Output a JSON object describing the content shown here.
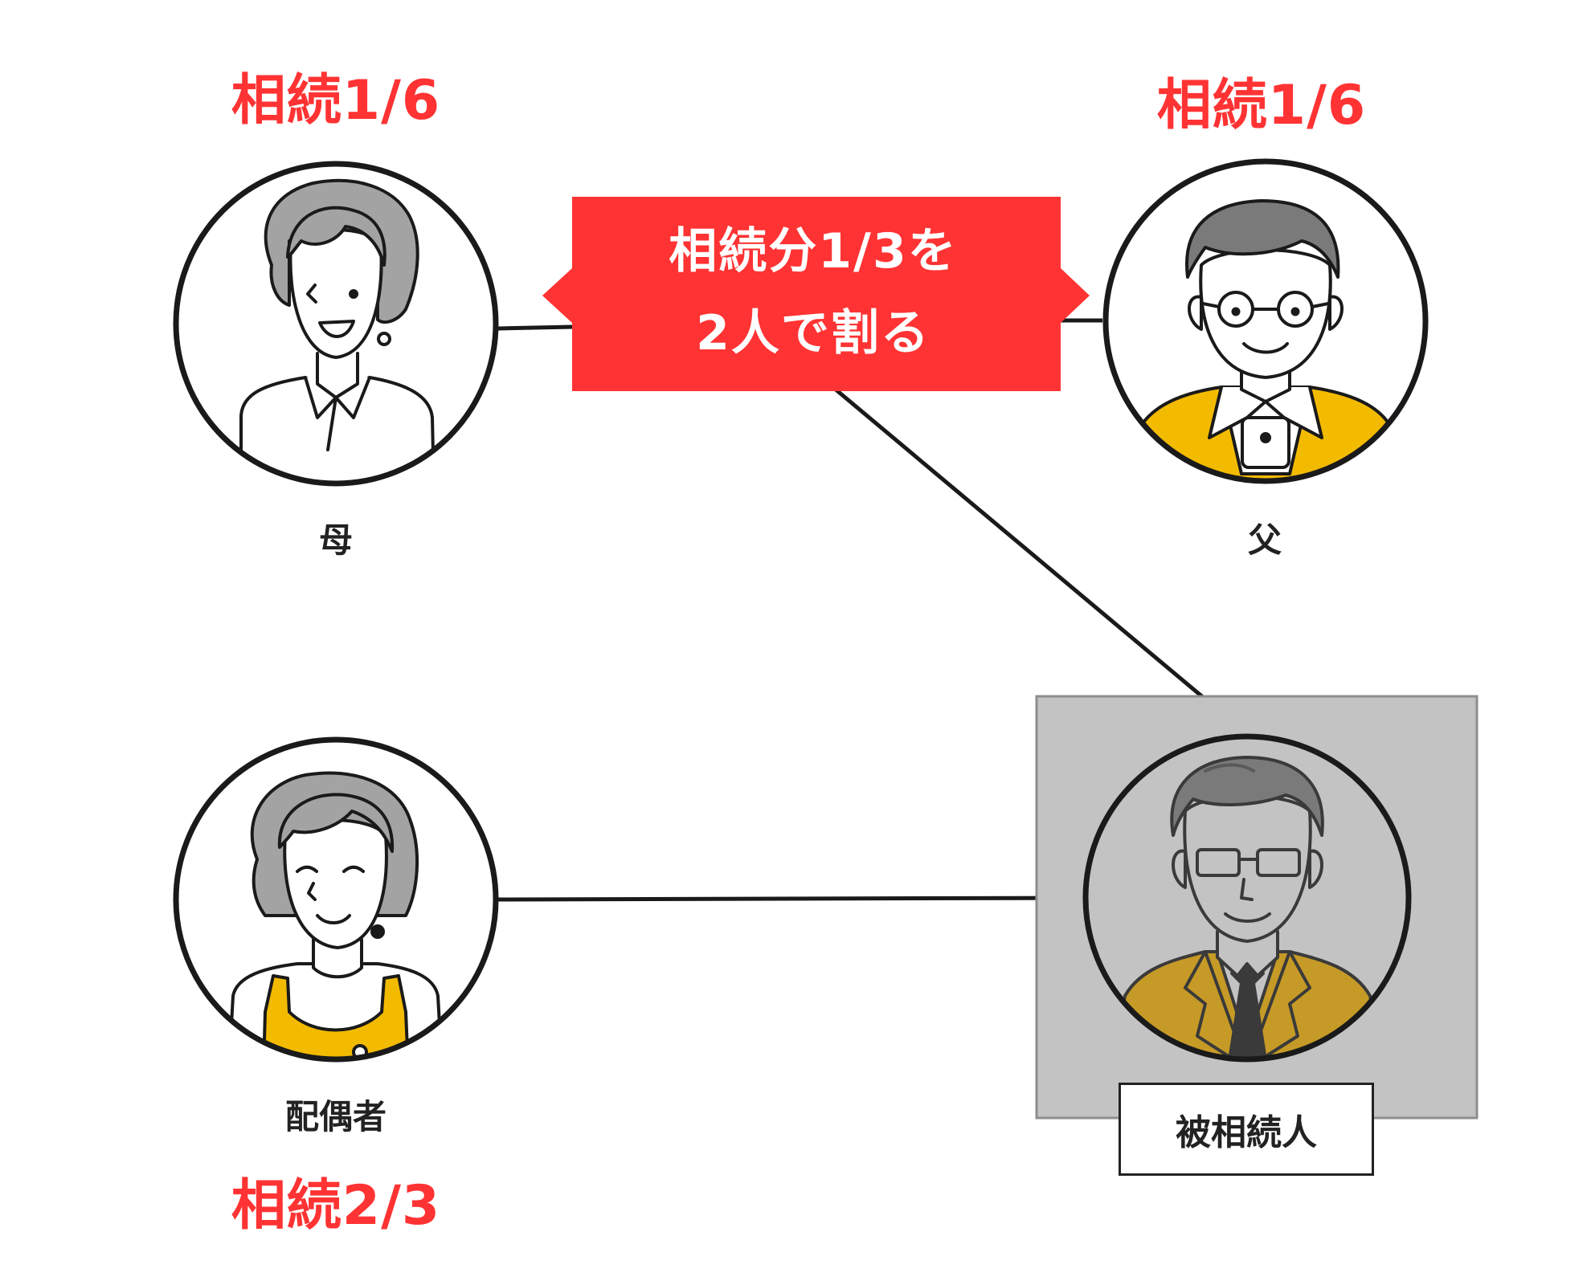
{
  "colors": {
    "accent": "#ff3333",
    "line": "#1a1a1a",
    "hair_gray": "#a3a3a3",
    "dark_hair": "#7a7a7a",
    "yellow": "#f3bb00",
    "decedent_bg": "#c3c3c3",
    "decedent_jacket": "#c69a26"
  },
  "mother": {
    "share": "相続1/6",
    "label": "母",
    "icon": "elderly-woman-icon"
  },
  "father": {
    "share": "相続1/6",
    "label": "父",
    "icon": "elderly-man-glasses-icon"
  },
  "spouse": {
    "label": "配偶者",
    "share": "相続2/3",
    "icon": "woman-apron-icon"
  },
  "decedent": {
    "label": "被相続人",
    "icon": "man-suit-icon"
  },
  "callout": {
    "line1": "相続分1/3を",
    "line2": "2人で割る"
  }
}
